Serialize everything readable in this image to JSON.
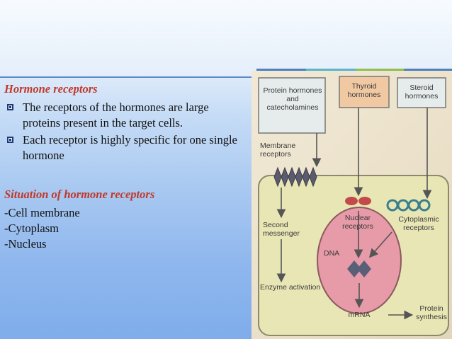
{
  "text": {
    "heading_1": "Hormone receptors",
    "bullets": [
      "The receptors of the hormones are large proteins present in the target cells.",
      "Each receptor is highly specific for one single hormone"
    ],
    "heading_2": "Situation of hormone receptors",
    "locations": [
      "-Cell membrane",
      "-Cytoplasm",
      "-Nucleus"
    ]
  },
  "figure": {
    "boxes": {
      "protein": "Protein hormones and catecholamines",
      "thyroid": "Thyroid hormones",
      "steroid": "Steroid hormones"
    },
    "labels": {
      "membrane_receptors": "Membrane receptors",
      "second_messenger": "Second messenger",
      "nuclear_receptors": "Nuclear receptors",
      "cytoplasmic_receptors": "Cytoplasmic receptors",
      "dna": "DNA",
      "enzyme_activation": "Enzyme activation",
      "mrna": "mRNA",
      "protein_synthesis": "Protein synthesis"
    }
  },
  "colors": {
    "heading": "#c0392b",
    "bullet": "#1f3a78",
    "accent_strip": [
      "#4f81bd",
      "#5db3c9",
      "#8fbf4e",
      "#4f81bd"
    ],
    "nucleus": "#e79aa8",
    "cell": "#e8e6b4"
  }
}
